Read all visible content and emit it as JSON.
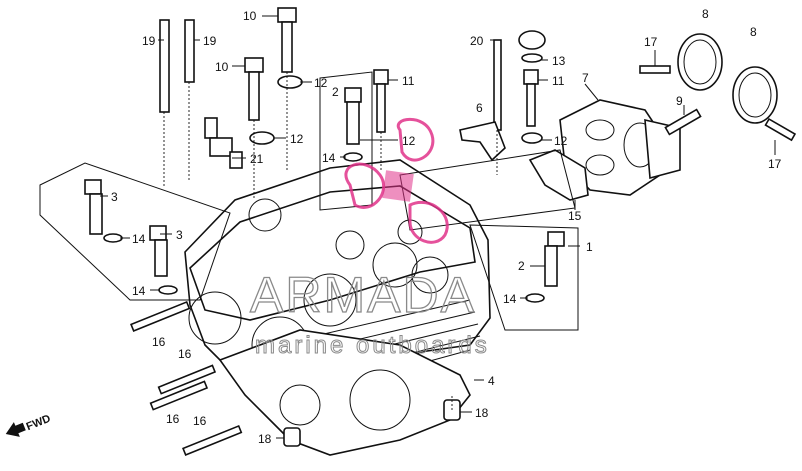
{
  "labels": [
    {
      "id": "l19a",
      "text": "19"
    },
    {
      "id": "l19b",
      "text": "19"
    },
    {
      "id": "l10a",
      "text": "10"
    },
    {
      "id": "l10b",
      "text": "10"
    },
    {
      "id": "l12a",
      "text": "12"
    },
    {
      "id": "l12b",
      "text": "12"
    },
    {
      "id": "l12c",
      "text": "12"
    },
    {
      "id": "l12d",
      "text": "12"
    },
    {
      "id": "l11a",
      "text": "11"
    },
    {
      "id": "l11b",
      "text": "11"
    },
    {
      "id": "l2a",
      "text": "2"
    },
    {
      "id": "l2b",
      "text": "2"
    },
    {
      "id": "l21",
      "text": "21"
    },
    {
      "id": "l14a",
      "text": "14"
    },
    {
      "id": "l14b",
      "text": "14"
    },
    {
      "id": "l14c",
      "text": "14"
    },
    {
      "id": "l14d",
      "text": "14"
    },
    {
      "id": "l3a",
      "text": "3"
    },
    {
      "id": "l3b",
      "text": "3"
    },
    {
      "id": "l6",
      "text": "6"
    },
    {
      "id": "l20",
      "text": "20"
    },
    {
      "id": "l13",
      "text": "13"
    },
    {
      "id": "l7",
      "text": "7"
    },
    {
      "id": "l17a",
      "text": "17"
    },
    {
      "id": "l17b",
      "text": "17"
    },
    {
      "id": "l8a",
      "text": "8"
    },
    {
      "id": "l8b",
      "text": "8"
    },
    {
      "id": "l9",
      "text": "9"
    },
    {
      "id": "l15",
      "text": "15"
    },
    {
      "id": "l1",
      "text": "1"
    },
    {
      "id": "l16a",
      "text": "16"
    },
    {
      "id": "l16b",
      "text": "16"
    },
    {
      "id": "l16c",
      "text": "16"
    },
    {
      "id": "l16d",
      "text": "16"
    },
    {
      "id": "l4",
      "text": "4"
    },
    {
      "id": "l18a",
      "text": "18"
    },
    {
      "id": "l18b",
      "text": "18"
    }
  ],
  "fwd_label": "FWD",
  "watermark": {
    "brand": "ARMADA",
    "tagline": "marine outboards",
    "accent_color": "#e0338a"
  }
}
